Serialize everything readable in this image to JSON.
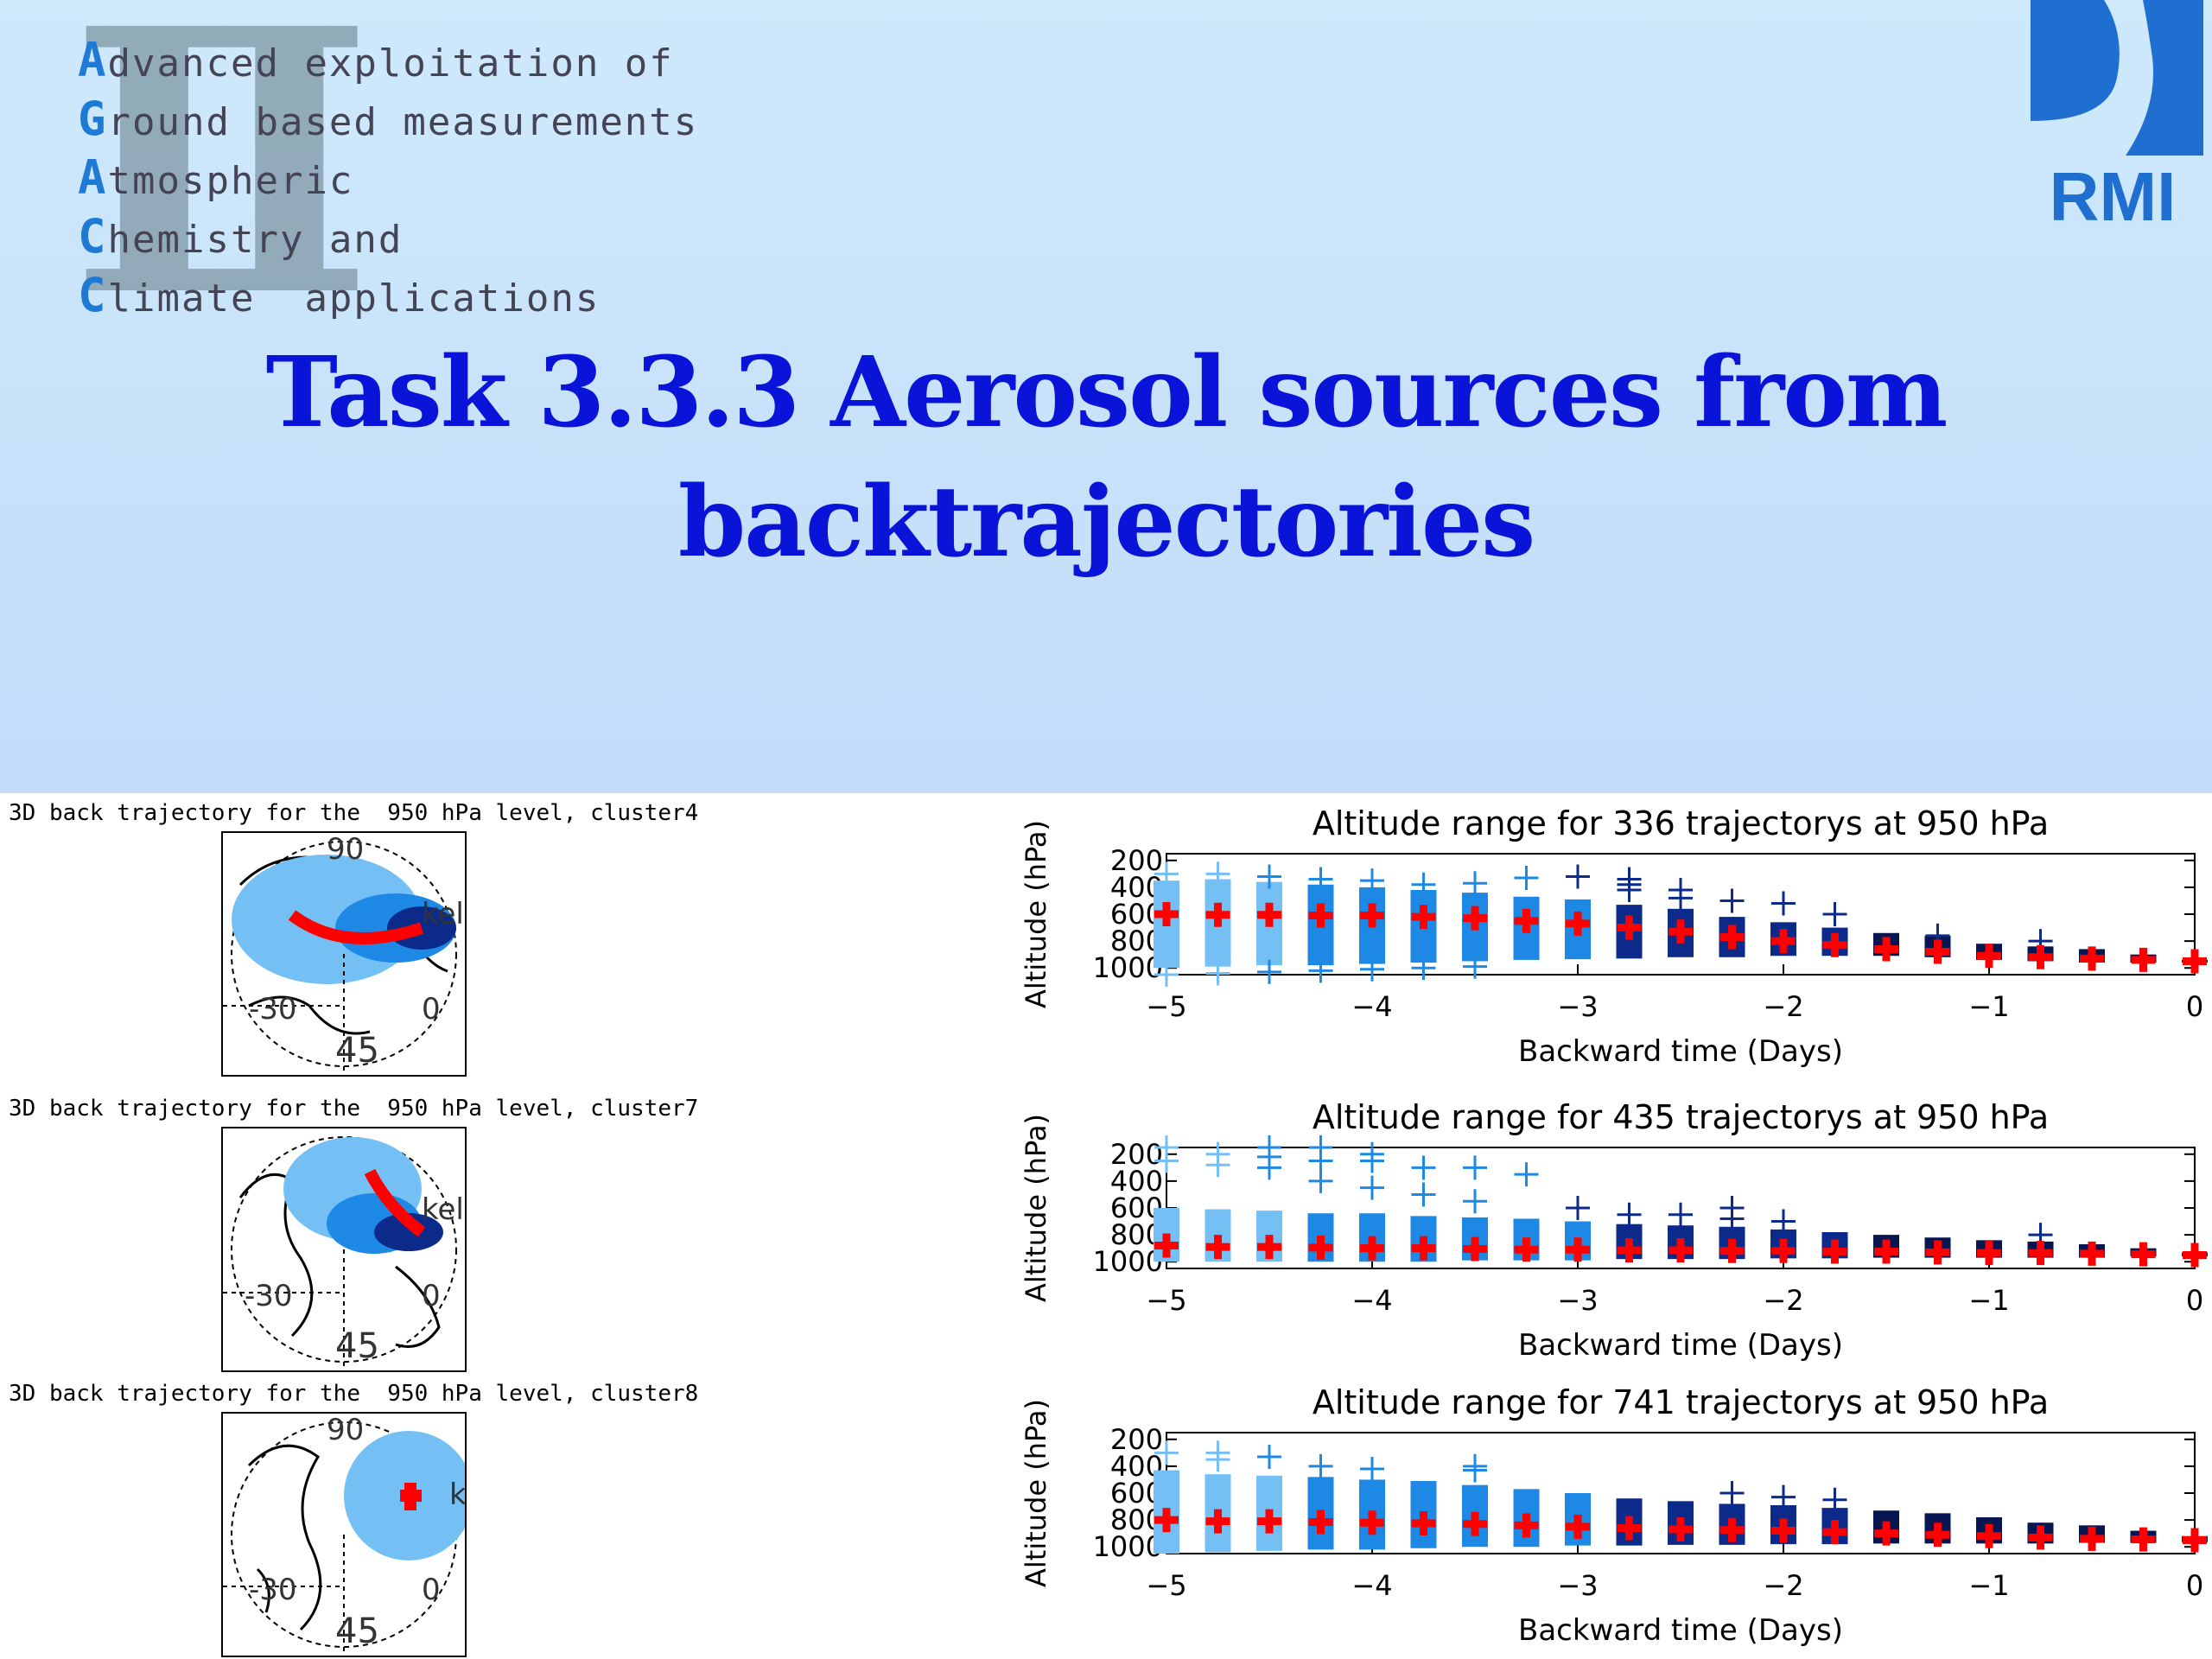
{
  "logo": {
    "watermark": "II",
    "lines": [
      {
        "cap": "A",
        "rest": "dvanced exploitation of"
      },
      {
        "cap": "G",
        "rest": "round based measurements"
      },
      {
        "cap": "A",
        "rest": "tmospheric"
      },
      {
        "cap": "C",
        "rest": "hemistry and"
      },
      {
        "cap": "C",
        "rest": "limate  applications"
      }
    ]
  },
  "rmi_logo": {
    "text": "RMI",
    "color": "#1f6fd0"
  },
  "title": {
    "line1": "Task 3.3.3 Aerosol sources from",
    "line2": "backtrajectories"
  },
  "colors": {
    "title": "#0a14d8",
    "trajectory_light": "#74c0f5",
    "trajectory_mid": "#1e88e5",
    "trajectory_dark": "#0b2a8a",
    "trajectory_darkest": "#071550",
    "median_marker": "#ff0000"
  },
  "maps": [
    {
      "title": "3D back trajectory for the  950 hPa level, cluster4",
      "labels": [
        "90",
        "kel",
        "-30",
        "0",
        "45"
      ]
    },
    {
      "title": "3D back trajectory for the  950 hPa level, cluster7",
      "labels": [
        "kel",
        "-30",
        "0",
        "45"
      ]
    },
    {
      "title": "3D back trajectory for the  950 hPa level, cluster8",
      "labels": [
        "90",
        "kel",
        "-30",
        "0",
        "45"
      ]
    }
  ],
  "chart_data": [
    {
      "type": "box",
      "title": "Altitude range for 336 trajectorys at 950  hPa",
      "xlabel": "Backward time (Days)",
      "ylabel": "Altitude (hPa)",
      "xlim": [
        -5,
        0
      ],
      "ylim": [
        1050,
        150
      ],
      "yticks": [
        200,
        400,
        600,
        800,
        1000
      ],
      "xticks": [
        -5,
        -4,
        -3,
        -2,
        -1,
        0
      ],
      "x": [
        -5.0,
        -4.75,
        -4.5,
        -4.25,
        -4.0,
        -3.75,
        -3.5,
        -3.25,
        -3.0,
        -2.75,
        -2.5,
        -2.25,
        -2.0,
        -1.75,
        -1.5,
        -1.25,
        -1.0,
        -0.75,
        -0.5,
        -0.25,
        0.0
      ],
      "median": [
        600,
        605,
        605,
        610,
        610,
        620,
        630,
        650,
        670,
        700,
        730,
        770,
        800,
        830,
        860,
        880,
        910,
        920,
        930,
        940,
        950
      ],
      "q1": [
        350,
        340,
        360,
        380,
        400,
        420,
        440,
        470,
        490,
        530,
        560,
        620,
        660,
        700,
        740,
        760,
        820,
        840,
        860,
        900,
        940
      ],
      "q3": [
        1000,
        990,
        980,
        980,
        970,
        960,
        950,
        940,
        935,
        930,
        920,
        920,
        910,
        910,
        910,
        920,
        940,
        950,
        960,
        960,
        960
      ],
      "outliers_high": [
        [
          300,
          1050
        ],
        [
          300,
          1040
        ],
        [
          320,
          1030
        ],
        [
          340,
          1020
        ],
        [
          350,
          1010
        ],
        [
          380,
          1000
        ],
        [
          370,
          990
        ],
        [
          330
        ],
        [
          320
        ],
        [
          340,
          380,
          420
        ],
        [
          420,
          480
        ],
        [
          500
        ],
        [
          520
        ],
        [
          600
        ],
        [],
        [
          760
        ],
        [],
        [
          800
        ],
        [],
        [],
        []
      ]
    },
    {
      "type": "box",
      "title": "Altitude range for 435 trajectorys at 950  hPa",
      "xlabel": "Backward time (Days)",
      "ylabel": "Altitude (hPa)",
      "xlim": [
        -5,
        0
      ],
      "ylim": [
        1050,
        150
      ],
      "yticks": [
        200,
        400,
        600,
        800,
        1000
      ],
      "xticks": [
        -5,
        -4,
        -3,
        -2,
        -1,
        0
      ],
      "x": [
        -5.0,
        -4.75,
        -4.5,
        -4.25,
        -4.0,
        -3.75,
        -3.5,
        -3.25,
        -3.0,
        -2.75,
        -2.5,
        -2.25,
        -2.0,
        -1.75,
        -1.5,
        -1.25,
        -1.0,
        -0.75,
        -0.5,
        -0.25,
        0.0
      ],
      "median": [
        880,
        890,
        890,
        895,
        900,
        900,
        905,
        910,
        910,
        915,
        915,
        920,
        920,
        925,
        925,
        930,
        935,
        935,
        940,
        945,
        950
      ],
      "q1": [
        600,
        610,
        620,
        640,
        640,
        660,
        670,
        680,
        700,
        720,
        730,
        740,
        760,
        780,
        800,
        820,
        840,
        850,
        870,
        900,
        930
      ],
      "q3": [
        1000,
        1000,
        1000,
        1000,
        1000,
        1000,
        990,
        990,
        990,
        980,
        980,
        980,
        975,
        975,
        970,
        970,
        970,
        970,
        970,
        960,
        960
      ],
      "outliers_high": [
        [
          100,
          150,
          250
        ],
        [
          200,
          280
        ],
        [
          100,
          220,
          300
        ],
        [
          150,
          250,
          400
        ],
        [
          200,
          250,
          450
        ],
        [
          300,
          500
        ],
        [
          300,
          550
        ],
        [
          350
        ],
        [
          600
        ],
        [
          650
        ],
        [
          650
        ],
        [
          600,
          680
        ],
        [
          700
        ],
        [],
        [],
        [],
        [],
        [
          800
        ],
        [],
        [],
        []
      ]
    },
    {
      "type": "box",
      "title": "Altitude range for 741 trajectorys at 950  hPa",
      "xlabel": "Backward time (Days)",
      "ylabel": "Altitude (hPa)",
      "xlim": [
        -5,
        0
      ],
      "ylim": [
        1050,
        150
      ],
      "yticks": [
        200,
        400,
        600,
        800,
        1000
      ],
      "xticks": [
        -5,
        -4,
        -3,
        -2,
        -1,
        0
      ],
      "x": [
        -5.0,
        -4.75,
        -4.5,
        -4.25,
        -4.0,
        -3.75,
        -3.5,
        -3.25,
        -3.0,
        -2.75,
        -2.5,
        -2.25,
        -2.0,
        -1.75,
        -1.5,
        -1.25,
        -1.0,
        -0.75,
        -0.5,
        -0.25,
        0.0
      ],
      "median": [
        800,
        810,
        810,
        815,
        820,
        825,
        830,
        840,
        850,
        860,
        870,
        875,
        880,
        890,
        900,
        910,
        920,
        930,
        940,
        945,
        950
      ],
      "q1": [
        430,
        460,
        470,
        480,
        500,
        510,
        540,
        570,
        600,
        640,
        660,
        680,
        690,
        710,
        730,
        750,
        780,
        820,
        840,
        880,
        920
      ],
      "q3": [
        1050,
        1040,
        1030,
        1020,
        1020,
        1010,
        1000,
        1000,
        990,
        990,
        985,
        985,
        980,
        980,
        975,
        975,
        975,
        975,
        970,
        970,
        965
      ],
      "outliers_high": [
        [
          300
        ],
        [
          300,
          350
        ],
        [
          330
        ],
        [
          400
        ],
        [
          420
        ],
        [],
        [
          400,
          430
        ],
        [],
        [],
        [],
        [],
        [
          600
        ],
        [
          630
        ],
        [
          650
        ],
        [],
        [],
        [],
        [],
        [],
        [],
        []
      ]
    }
  ]
}
